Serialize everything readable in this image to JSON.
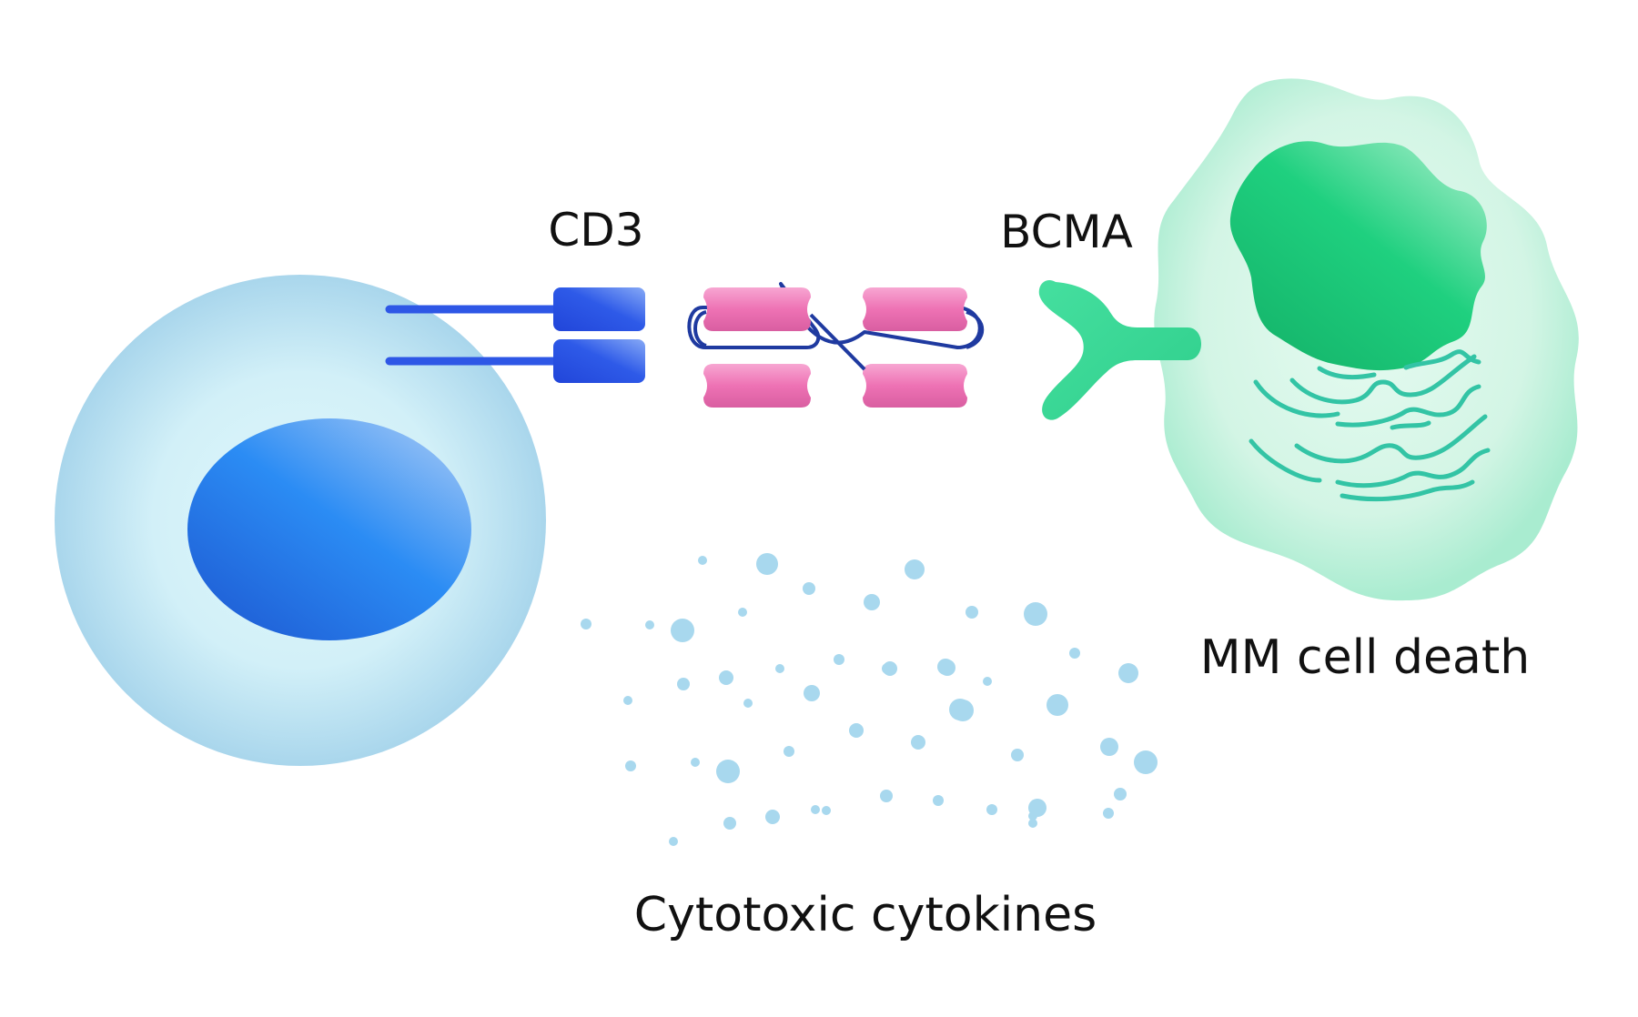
{
  "labels": {
    "cd3": "CD3",
    "bcma": "BCMA",
    "mm_cell_death": "MM cell death",
    "cytotoxic_cytokines": "Cytotoxic cytokines"
  },
  "colors": {
    "t_cell_body": "#bfe6f3",
    "t_cell_nucleus": "#2f86f0",
    "cd3_receptor": "#2e57e6",
    "antibody_domain": "#ec6fb0",
    "antibody_linker": "#1f3aa0",
    "bcma_receptor": "#3fd99a",
    "mm_cell_body": "#c9f2df",
    "mm_cell_nucleus": "#1ccd7d",
    "er_membrane": "#33c4a5",
    "cytokine_dot": "#a8d8ee"
  }
}
